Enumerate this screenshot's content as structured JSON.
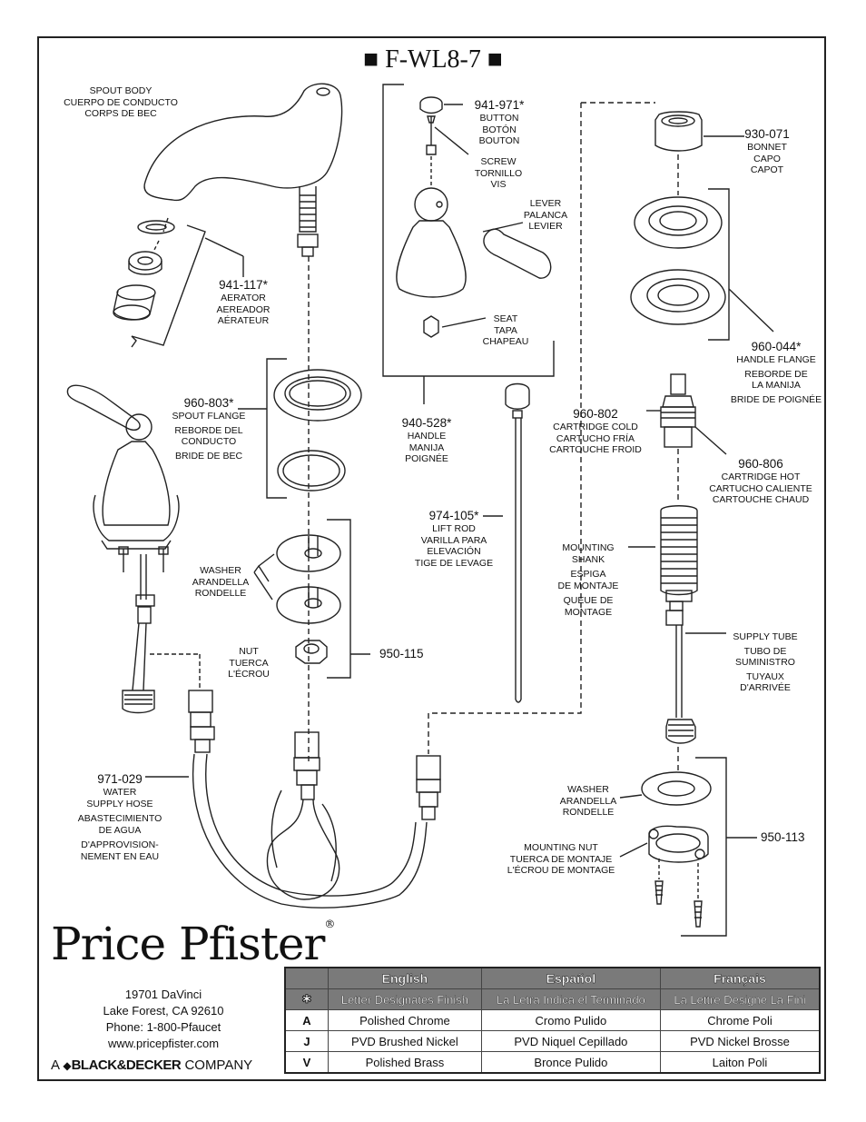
{
  "title": "■ F-WL8-7 ■",
  "parts": {
    "spout_body": [
      "SPOUT BODY",
      "CUERPO DE CONDUCTO",
      "CORPS DE BEC"
    ],
    "aerator": {
      "pn": "941-117*",
      "lines": [
        "AERATOR",
        "AEREADOR",
        "AÉRATEUR"
      ]
    },
    "spout_flange": {
      "pn": "960-803*",
      "lines": [
        "SPOUT FLANGE",
        "REBORDE DEL",
        "CONDUCTO",
        "BRIDE DE BEC"
      ]
    },
    "washer_left": [
      "WASHER",
      "ARANDELLA",
      "RONDELLE"
    ],
    "nut": [
      "NUT",
      "TUERCA",
      "L'ÉCROU"
    ],
    "kit_950_115": "950-115",
    "button": {
      "pn": "941-971*",
      "lines": [
        "BUTTON",
        "BOTÓN",
        "BOUTON"
      ]
    },
    "screw": [
      "SCREW",
      "TORNILLO",
      "VIS"
    ],
    "lever": [
      "LEVER",
      "PALANCA",
      "LEVIER"
    ],
    "seat": [
      "SEAT",
      "TAPA",
      "CHAPEAU"
    ],
    "handle": {
      "pn": "940-528*",
      "lines": [
        "HANDLE",
        "MANIJA",
        "POIGNÉE"
      ]
    },
    "lift_rod": {
      "pn": "974-105*",
      "lines": [
        "LIFT ROD",
        "VARILLA PARA",
        "ELEVACIÓN",
        "TIGE DE LEVAGE"
      ]
    },
    "bonnet": {
      "pn": "930-071",
      "lines": [
        "BONNET",
        "CAPO",
        "CAPOT"
      ]
    },
    "handle_flange": {
      "pn": "960-044*",
      "lines": [
        "HANDLE FLANGE",
        "REBORDE DE",
        "LA MANIJA",
        "BRIDE DE POIGNÉE"
      ]
    },
    "cartridge_cold": {
      "pn": "960-802",
      "lines": [
        "CARTRIDGE COLD",
        "CARTUCHO FRÍA",
        "CARTOUCHE FROID"
      ]
    },
    "cartridge_hot": {
      "pn": "960-806",
      "lines": [
        "CARTRIDGE HOT",
        "CARTUCHO CALIENTE",
        "CARTOUCHE CHAUD"
      ]
    },
    "mounting_shank": [
      "MOUNTING",
      "SHANK",
      "ESPIGA",
      "DE MONTAJE",
      "QUEUE DE",
      "MONTAGE"
    ],
    "supply_tube": [
      "SUPPLY TUBE",
      "TUBO DE",
      "SUMINISTRO",
      "TUYAUX",
      "D'ARRIVÉE"
    ],
    "water_supply_hose": {
      "pn": "971-029",
      "lines": [
        "WATER",
        "SUPPLY HOSE",
        "ABASTECIMIENTO",
        "DE AGUA",
        "D'APPROVISION-",
        "NEMENT EN EAU"
      ]
    },
    "washer_right": [
      "WASHER",
      "ARANDELLA",
      "RONDELLE"
    ],
    "mounting_nut": [
      "MOUNTING NUT",
      "TUERCA DE MONTAJE",
      "L'ÉCROU DE MONTAGE"
    ],
    "kit_950_113": "950-113"
  },
  "brand": {
    "logo": "Price Pfister",
    "reg": "®",
    "address": [
      "19701 DaVinci",
      "Lake Forest, CA  92610",
      "Phone: 1-800-Pfaucet",
      "www.pricepfister.com"
    ],
    "company_prefix": "A",
    "company_name": "BLACK&DECKER",
    "company_suffix": "COMPANY"
  },
  "finish_table": {
    "headers": [
      "English",
      "Español",
      "Français"
    ],
    "note_symbol": "✱",
    "note": [
      "Letter Designates Finish",
      "La Letra Indica el Terminado",
      "La Lettre Designe La Fini"
    ],
    "rows": [
      {
        "code": "A",
        "values": [
          "Polished Chrome",
          "Cromo Pulido",
          "Chrome Poli"
        ]
      },
      {
        "code": "J",
        "values": [
          "PVD Brushed Nickel",
          "PVD Niquel Cepillado",
          "PVD Nickel Brosse"
        ]
      },
      {
        "code": "V",
        "values": [
          "Polished Brass",
          "Bronce Pulido",
          "Laiton Poli"
        ]
      }
    ]
  }
}
